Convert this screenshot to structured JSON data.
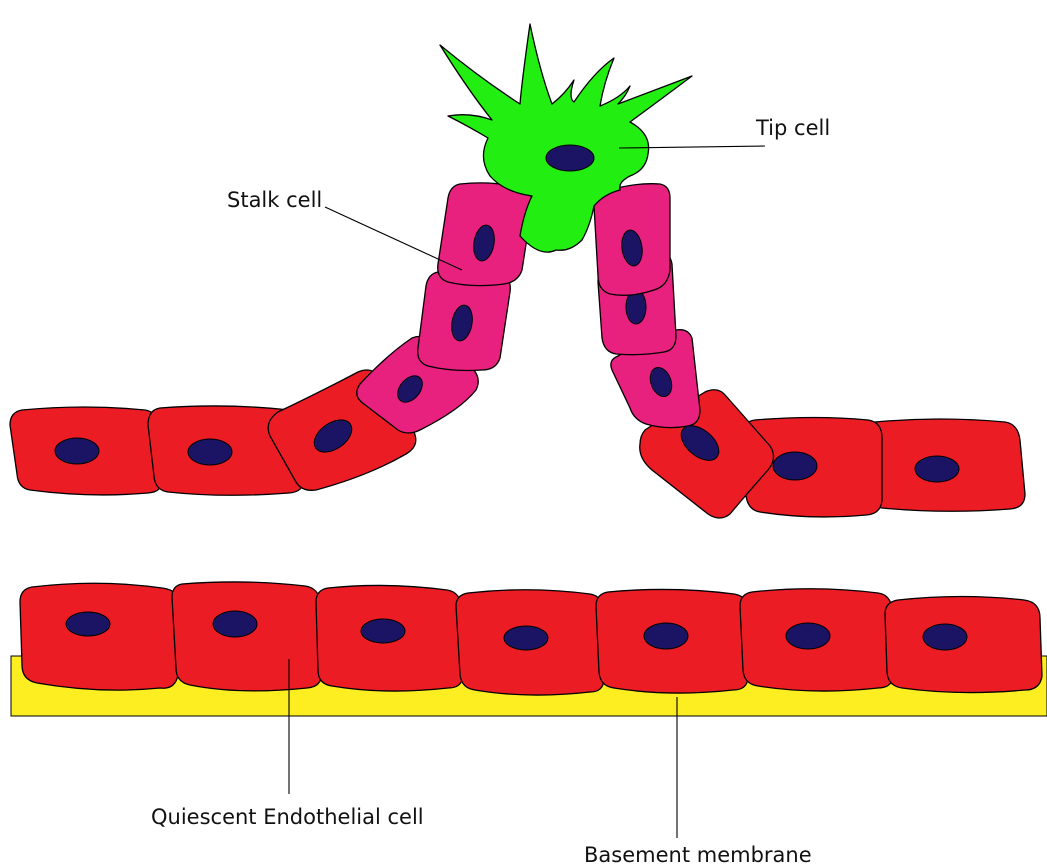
{
  "labels": {
    "tip_cell": "Tip cell",
    "stalk_cell": "Stalk cell",
    "quiescent_endothelial_cell": "Quiescent Endothelial cell",
    "basement_membrane": "Basement membrane"
  },
  "colors": {
    "tip_cell": "#22ee11",
    "stalk_cell": "#e8207e",
    "endothelial_cell": "#ec1c24",
    "nucleus": "#1b1464",
    "basement_membrane": "#fcee21"
  }
}
